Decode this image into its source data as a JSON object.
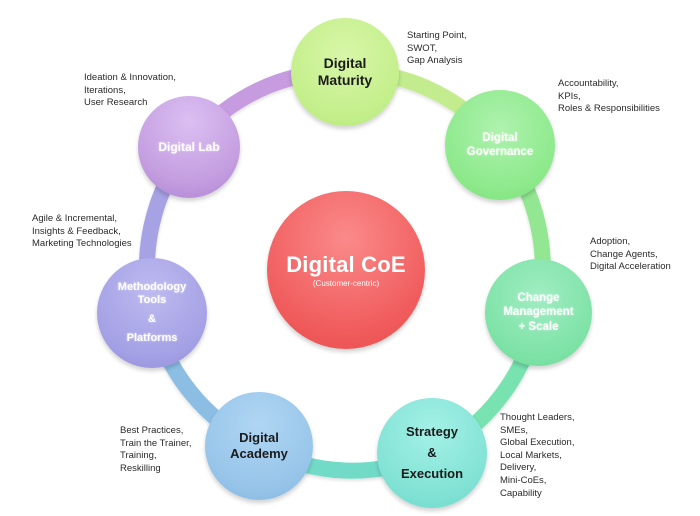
{
  "center": {
    "title": "Digital CoE",
    "subtitle": "(Customer-centric)",
    "color": "#f2585a"
  },
  "ring": {
    "colors": [
      "#b9e88e",
      "#8fe592",
      "#7ee6a6",
      "#72dcc7",
      "#8bbde6",
      "#a9a3e6",
      "#c79ae0"
    ]
  },
  "nodes": [
    {
      "id": "digital-maturity",
      "lines": [
        "Digital",
        "Maturity"
      ],
      "color": "#c7f08f",
      "text_color": "dark",
      "notes": [
        "Starting Point,",
        "SWOT,",
        "Gap Analysis"
      ]
    },
    {
      "id": "digital-governance",
      "lines": [
        "Digital",
        "Governance"
      ],
      "color": "#8ee88c",
      "text_color": "light",
      "notes": [
        "Accountability,",
        "KPIs,",
        "Roles & Responsibilities"
      ]
    },
    {
      "id": "change-management",
      "lines": [
        "Change",
        "Management",
        "+ Scale"
      ],
      "color": "#7de0a4",
      "text_color": "light",
      "notes": [
        "Adoption,",
        "Change Agents,",
        "Digital Acceleration"
      ]
    },
    {
      "id": "strategy-execution",
      "lines": [
        "Strategy",
        "&",
        "Execution"
      ],
      "color": "#7fe0d2",
      "text_color": "dark",
      "notes": [
        "Thought Leaders,",
        "SMEs,",
        "Global Execution,",
        "Local Markets,",
        "Delivery,",
        "Mini-CoEs,",
        "Capability"
      ]
    },
    {
      "id": "digital-academy",
      "lines": [
        "Digital",
        "Academy"
      ],
      "color": "#94c3e8",
      "text_color": "dark",
      "notes": [
        "Best Practices,",
        "Train the Trainer,",
        "Training,",
        "Reskilling"
      ]
    },
    {
      "id": "methodology-tools-platforms",
      "lines": [
        "Methodology",
        "Tools",
        "&",
        "Platforms"
      ],
      "color": "#a6a3e6",
      "text_color": "light",
      "notes": [
        "Agile & Incremental,",
        "Insights & Feedback,",
        "Marketing Technologies"
      ]
    },
    {
      "id": "digital-lab",
      "lines": [
        "Digital Lab"
      ],
      "color": "#c49ee0",
      "text_color": "light",
      "notes": [
        "Ideation & Innovation,",
        "Iterations,",
        "User Research"
      ]
    }
  ]
}
